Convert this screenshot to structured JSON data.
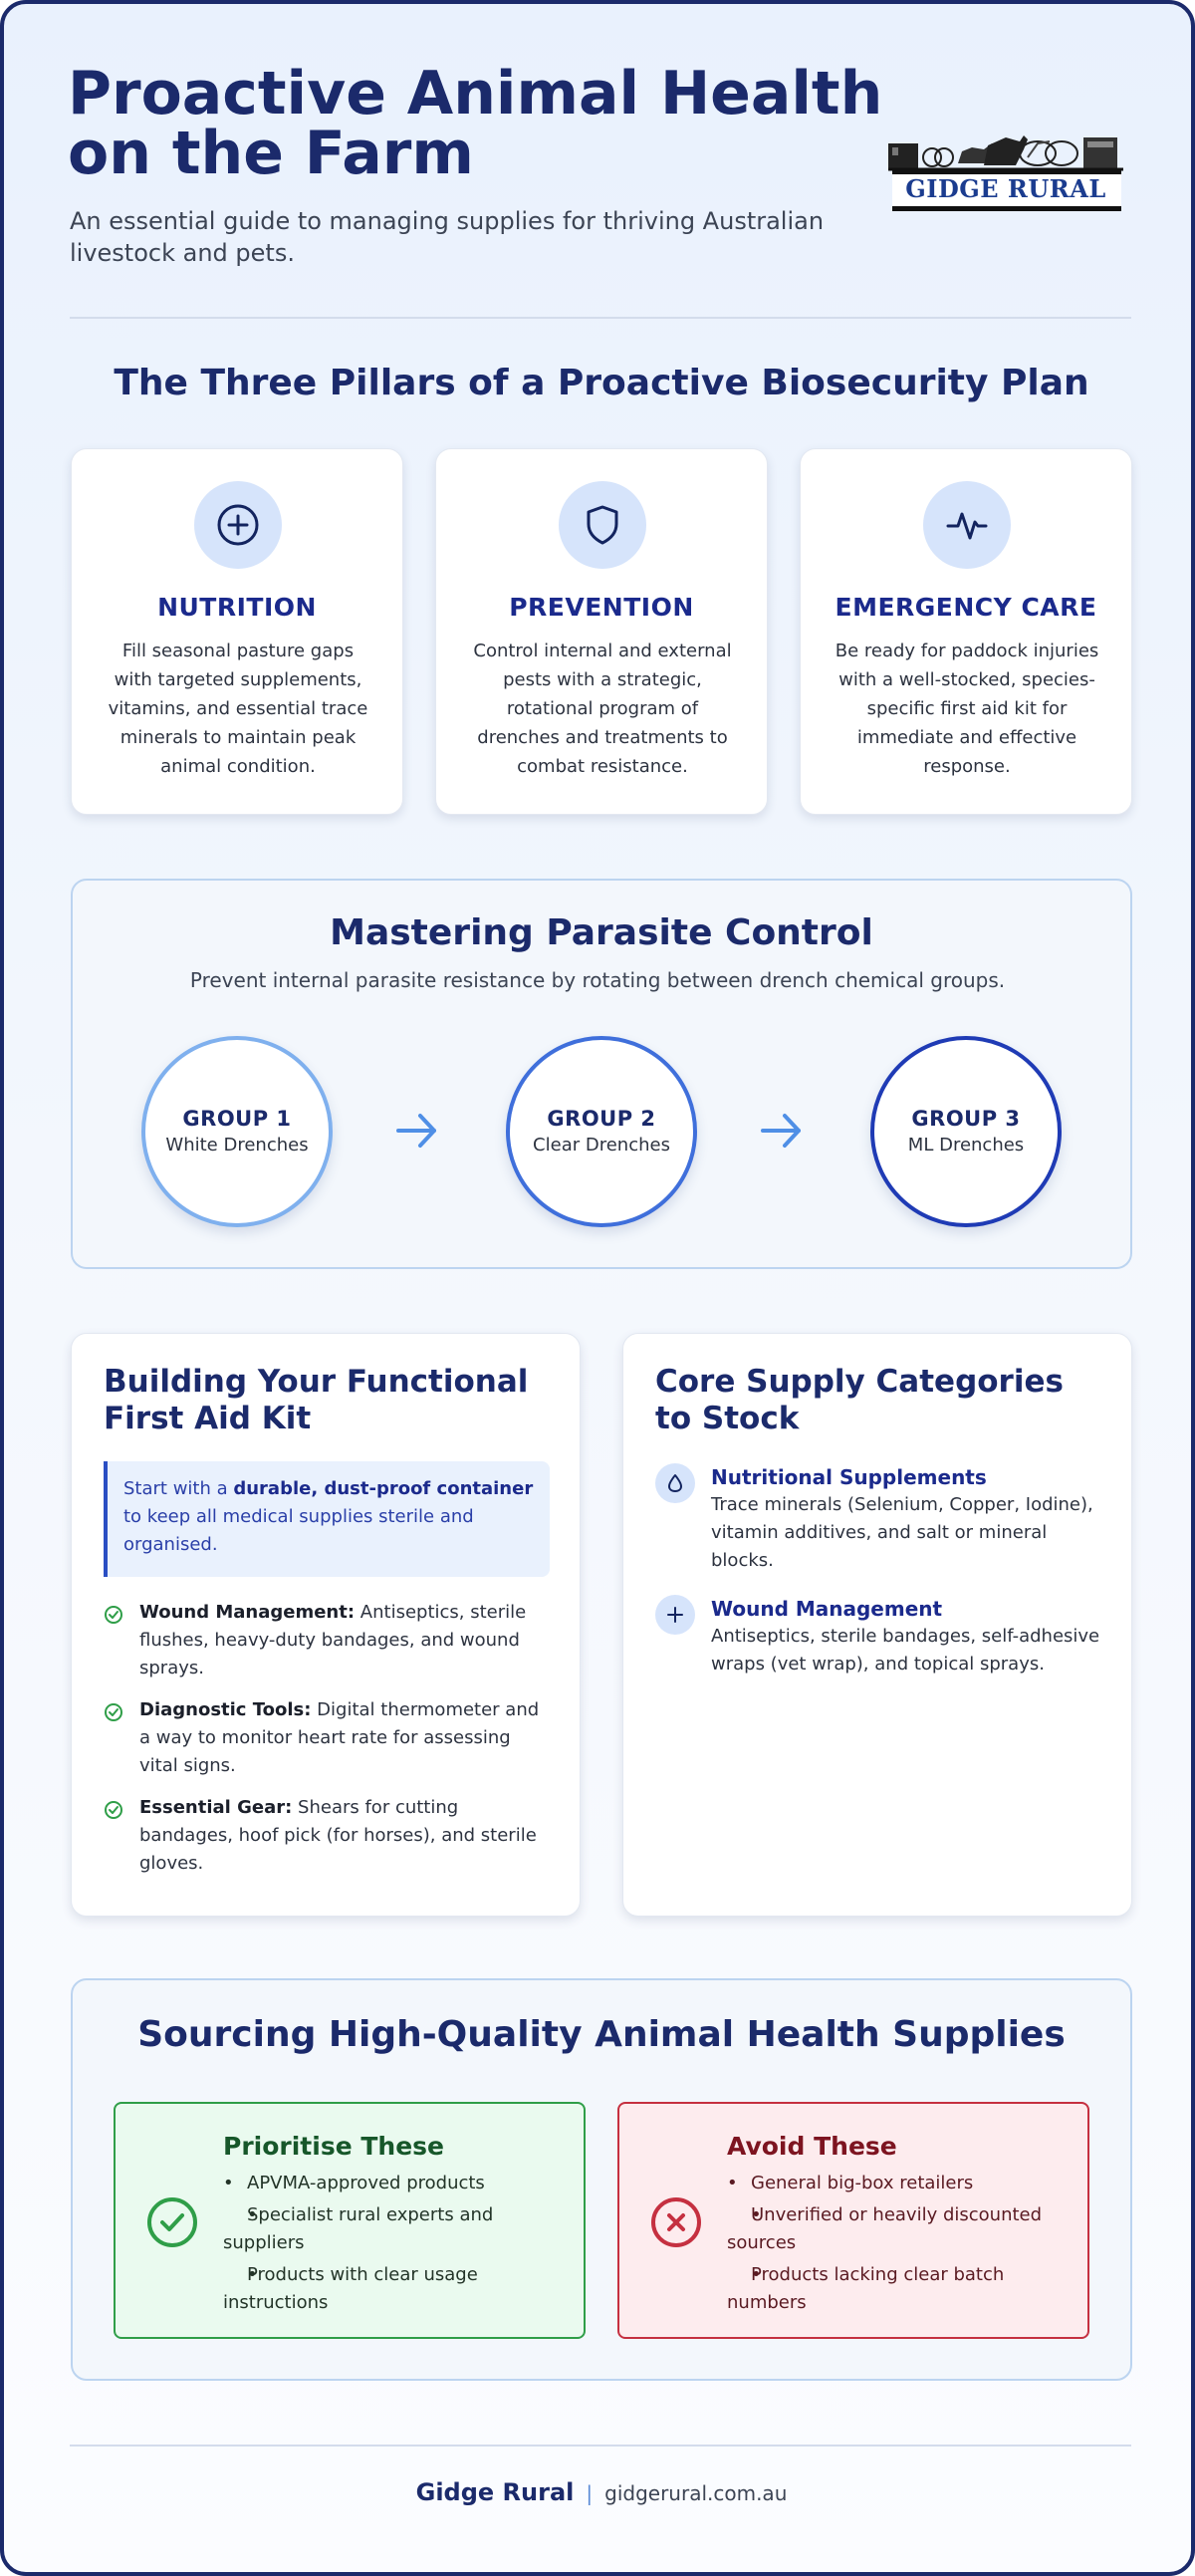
{
  "header": {
    "title": "Proactive Animal Health on the Farm",
    "subtitle": "An essential guide to managing supplies for thriving Australian livestock and pets.",
    "logo_text": "GIDGE RURAL"
  },
  "pillars": {
    "heading": "The Three Pillars of a Proactive Biosecurity Plan",
    "items": [
      {
        "icon": "plus-circle-icon",
        "title": "NUTRITION",
        "text": "Fill seasonal pasture gaps with targeted supplements, vitamins, and essential trace minerals to maintain peak animal condition."
      },
      {
        "icon": "shield-icon",
        "title": "PREVENTION",
        "text": "Control internal and external pests with a strategic, rotational program of drenches and treatments to combat resistance."
      },
      {
        "icon": "heartbeat-icon",
        "title": "EMERGENCY CARE",
        "text": "Be ready for paddock injuries with a well-stocked, species-specific first aid kit for immediate and effective response."
      }
    ]
  },
  "parasite": {
    "heading": "Mastering Parasite Control",
    "subheading": "Prevent internal parasite resistance by rotating between drench chemical groups.",
    "groups": [
      {
        "name": "GROUP 1",
        "desc": "White Drenches",
        "color": "#7fb0ee"
      },
      {
        "name": "GROUP 2",
        "desc": "Clear Drenches",
        "color": "#3f6fdb"
      },
      {
        "name": "GROUP 3",
        "desc": "ML Drenches",
        "color": "#1f3bb5"
      }
    ]
  },
  "first_aid": {
    "heading": "Building Your Functional First Aid Kit",
    "callout_pre": "Start with a ",
    "callout_bold": "durable, dust-proof container",
    "callout_post": " to keep all medical supplies sterile and organised.",
    "items": [
      {
        "label": "Wound Management:",
        "text": " Antiseptics, sterile flushes, heavy-duty bandages, and wound sprays."
      },
      {
        "label": "Diagnostic Tools:",
        "text": " Digital thermometer and a way to monitor heart rate for assessing vital signs."
      },
      {
        "label": "Essential Gear:",
        "text": " Shears for cutting bandages, hoof pick (for horses), and sterile gloves."
      }
    ]
  },
  "supplies": {
    "heading": "Core Supply Categories to Stock",
    "items": [
      {
        "icon": "droplet-icon",
        "title": "Nutritional Supplements",
        "text": "Trace minerals (Selenium, Copper, Iodine), vitamin additives, and salt or mineral blocks."
      },
      {
        "icon": "plus-icon",
        "title": "Wound Management",
        "text": "Antiseptics, sterile bandages, self-adhesive wraps (vet wrap), and topical sprays."
      }
    ]
  },
  "sourcing": {
    "heading": "Sourcing High-Quality Animal Health Supplies",
    "prioritise": {
      "title": "Prioritise These",
      "items": [
        "APVMA-approved products",
        "Specialist rural experts and suppliers",
        "Products with clear usage instructions"
      ]
    },
    "avoid": {
      "title": "Avoid These",
      "items": [
        "General big-box retailers",
        "Unverified or heavily discounted sources",
        "Products lacking clear batch numbers"
      ]
    }
  },
  "footer": {
    "brand": "Gidge Rural",
    "separator": "|",
    "url": "gidgerural.com.au"
  },
  "colors": {
    "navy": "#1b2a6b",
    "accent_blue": "#1b2a8c",
    "good_green": "#2f9e48",
    "bad_red": "#c53040"
  }
}
